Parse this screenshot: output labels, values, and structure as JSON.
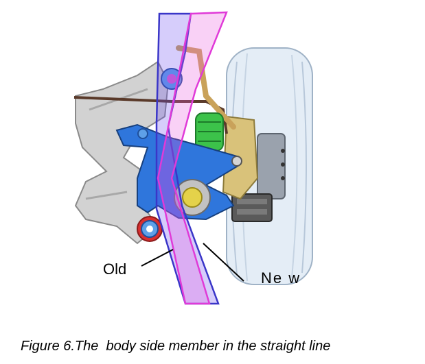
{
  "labels": {
    "old": "Old",
    "new": "Ne w"
  },
  "caption": "Figure 6.The  body side member in the straight line",
  "colors": {
    "old_member": "#3a36c8",
    "new_member": "#e03ad8",
    "arm_blue": "#2a6fd6",
    "spring_green": "#2fb83a",
    "wheel": "#d9e6f3",
    "subframe": "#c8c8c8"
  }
}
